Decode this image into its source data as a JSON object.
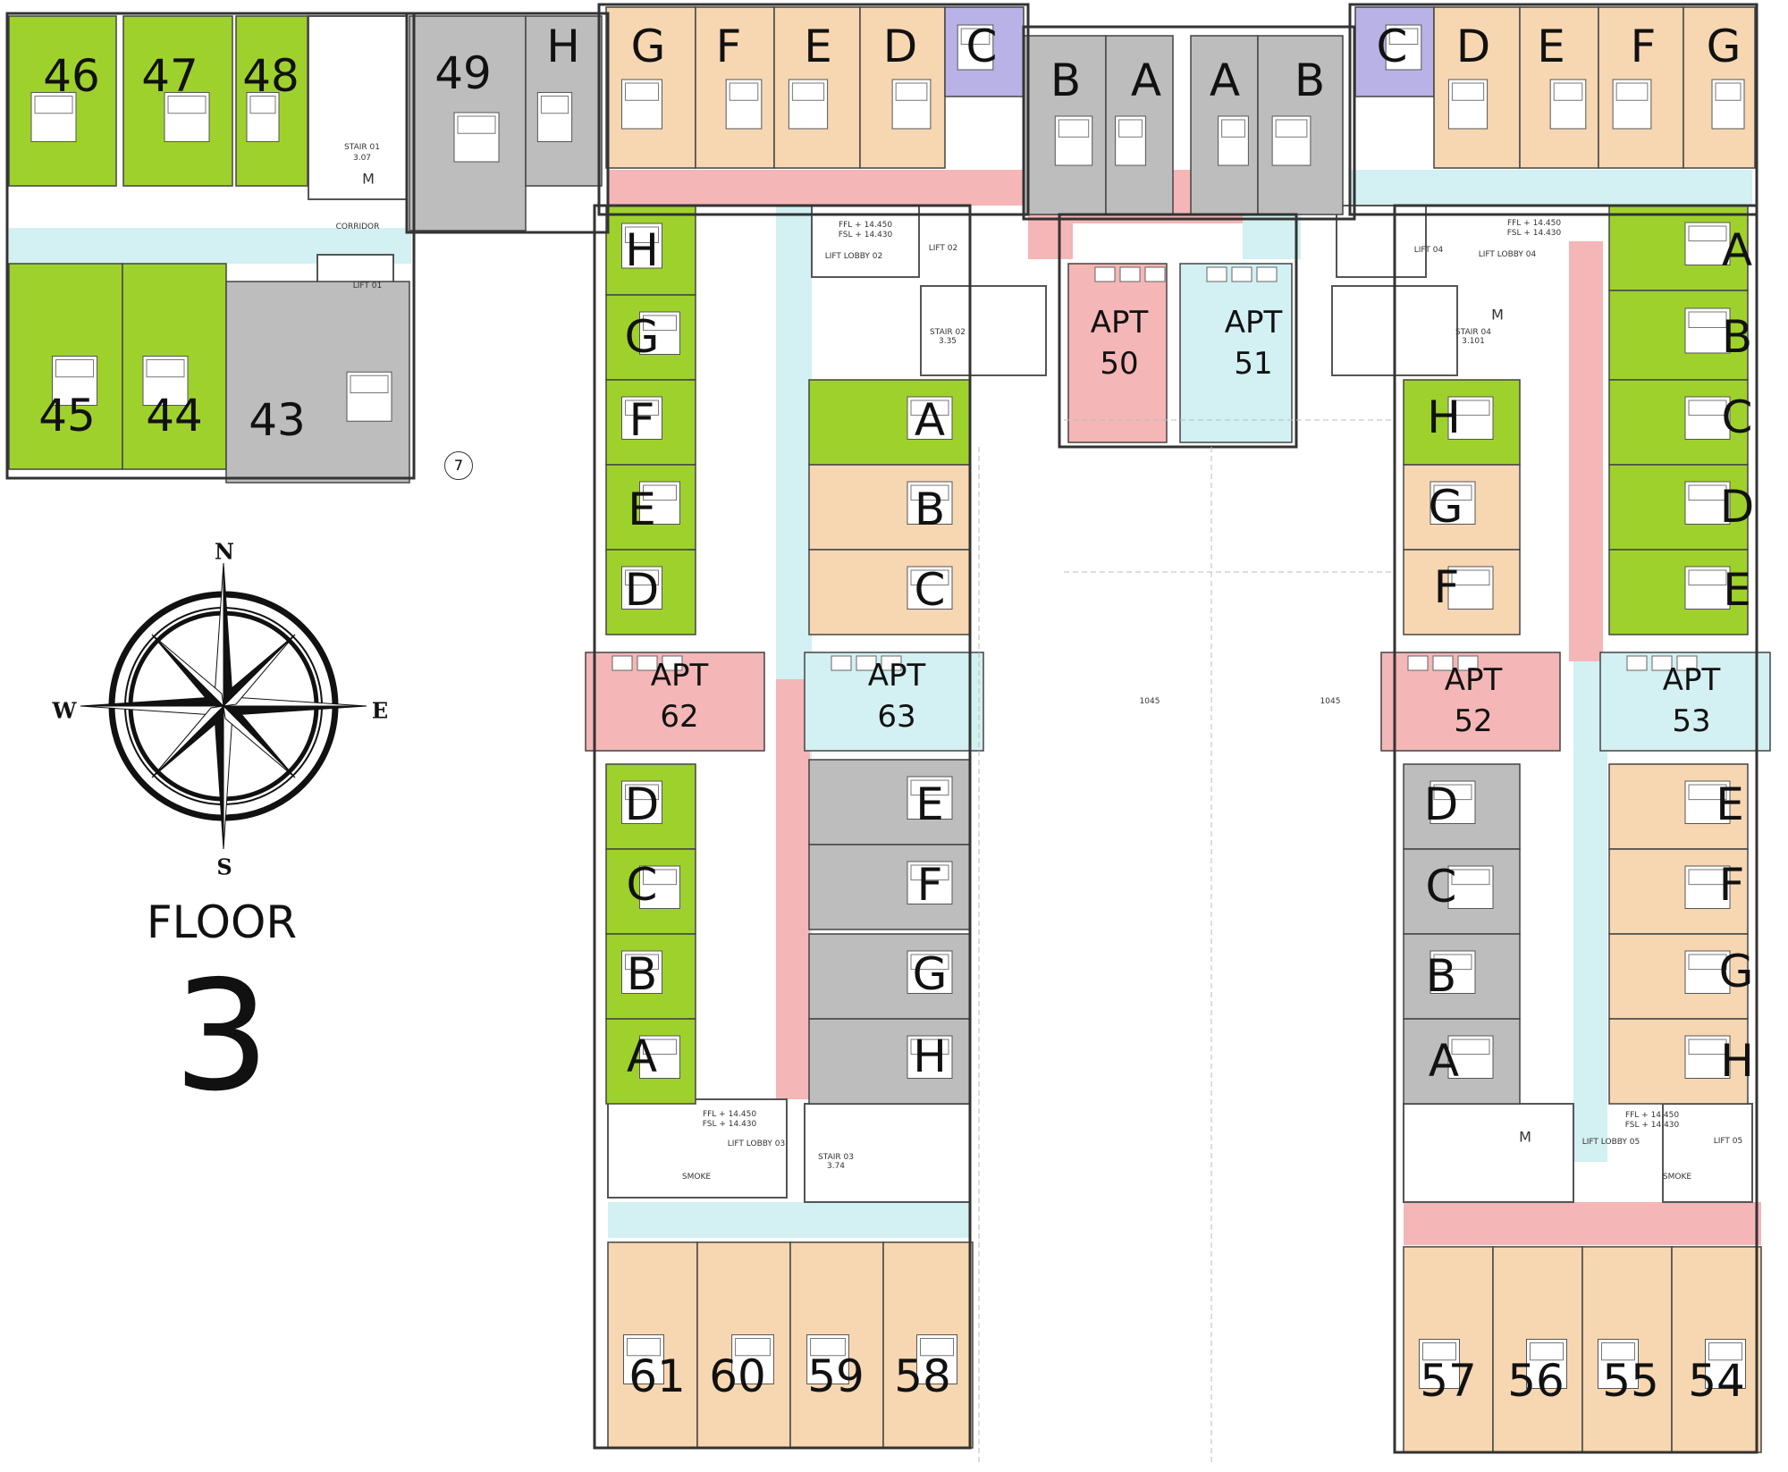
{
  "plan": {
    "floor_label": "FLOOR",
    "floor_number": "3",
    "colors": {
      "green": "#9fd12d",
      "peach": "#f6d7b2",
      "grey": "#bdbdbd",
      "lavender": "#b9b2e6",
      "pink": "#f4b6b6",
      "light_blue": "#d3f0f2",
      "wall": "#333333"
    }
  },
  "compass": {
    "north": "N",
    "south": "S",
    "east": "E",
    "west": "W"
  },
  "rooms": [
    {
      "label": "46",
      "color": "green"
    },
    {
      "label": "47",
      "color": "green"
    },
    {
      "label": "48",
      "color": "green"
    },
    {
      "label": "49",
      "color": "grey"
    },
    {
      "label": "H",
      "color": "grey"
    },
    {
      "label": "45",
      "color": "green"
    },
    {
      "label": "44",
      "color": "green"
    },
    {
      "label": "43",
      "color": "grey"
    },
    {
      "label": "G",
      "color": "peach"
    },
    {
      "label": "F",
      "color": "peach"
    },
    {
      "label": "E",
      "color": "peach"
    },
    {
      "label": "D",
      "color": "peach"
    },
    {
      "label": "C",
      "color": "lavender"
    },
    {
      "label": "B",
      "color": "grey"
    },
    {
      "label": "A",
      "color": "grey"
    },
    {
      "label": "A",
      "color": "grey"
    },
    {
      "label": "B",
      "color": "grey"
    },
    {
      "label": "C",
      "color": "lavender"
    },
    {
      "label": "D",
      "color": "peach"
    },
    {
      "label": "E",
      "color": "peach"
    },
    {
      "label": "F",
      "color": "peach"
    },
    {
      "label": "G",
      "color": "peach"
    },
    {
      "label": "H",
      "color": "green"
    },
    {
      "label": "G",
      "color": "green"
    },
    {
      "label": "F",
      "color": "green"
    },
    {
      "label": "E",
      "color": "green"
    },
    {
      "label": "D",
      "color": "green"
    },
    {
      "label": "A",
      "color": "green"
    },
    {
      "label": "B",
      "color": "peach"
    },
    {
      "label": "C",
      "color": "peach"
    },
    {
      "label": "D",
      "color": "green"
    },
    {
      "label": "C",
      "color": "green"
    },
    {
      "label": "B",
      "color": "green"
    },
    {
      "label": "A",
      "color": "green"
    },
    {
      "label": "E",
      "color": "grey"
    },
    {
      "label": "F",
      "color": "grey"
    },
    {
      "label": "G",
      "color": "grey"
    },
    {
      "label": "H",
      "color": "grey"
    },
    {
      "label": "61",
      "color": "peach"
    },
    {
      "label": "60",
      "color": "peach"
    },
    {
      "label": "59",
      "color": "peach"
    },
    {
      "label": "58",
      "color": "peach"
    },
    {
      "label": "A",
      "color": "green"
    },
    {
      "label": "B",
      "color": "green"
    },
    {
      "label": "C",
      "color": "green"
    },
    {
      "label": "D",
      "color": "green"
    },
    {
      "label": "E",
      "color": "green"
    },
    {
      "label": "H",
      "color": "green"
    },
    {
      "label": "G",
      "color": "peach"
    },
    {
      "label": "F",
      "color": "peach"
    },
    {
      "label": "D",
      "color": "grey"
    },
    {
      "label": "C",
      "color": "grey"
    },
    {
      "label": "B",
      "color": "grey"
    },
    {
      "label": "A",
      "color": "grey"
    },
    {
      "label": "E",
      "color": "peach"
    },
    {
      "label": "F",
      "color": "peach"
    },
    {
      "label": "G",
      "color": "peach"
    },
    {
      "label": "H",
      "color": "peach"
    },
    {
      "label": "57",
      "color": "peach"
    },
    {
      "label": "56",
      "color": "peach"
    },
    {
      "label": "55",
      "color": "peach"
    },
    {
      "label": "54",
      "color": "peach"
    }
  ],
  "apartments": [
    {
      "line1": "APT",
      "line2": "50",
      "color": "pink"
    },
    {
      "line1": "APT",
      "line2": "51",
      "color": "light_blue"
    },
    {
      "line1": "APT",
      "line2": "62",
      "color": "pink"
    },
    {
      "line1": "APT",
      "line2": "63",
      "color": "light_blue"
    },
    {
      "line1": "APT",
      "line2": "52",
      "color": "pink"
    },
    {
      "line1": "APT",
      "line2": "53",
      "color": "light_blue"
    }
  ],
  "annotations": {
    "stair_01": "STAIR 01",
    "stair_01_num": "3.07",
    "stair_02": "STAIR 02",
    "stair_02_num": "3.35",
    "stair_03": "STAIR 03",
    "stair_03_num": "3.74",
    "stair_04": "STAIR 04",
    "stair_04_num": "3.101",
    "corridor": "CORRIDOR",
    "lift_01": "LIFT 01",
    "lift_02": "LIFT 02",
    "lift_04": "LIFT 04",
    "lift_05": "LIFT 05",
    "lift_lobby_02": "LIFT LOBBY 02",
    "lift_lobby_03": "LIFT LOBBY 03",
    "lift_lobby_04": "LIFT LOBBY 04",
    "lift_lobby_05": "LIFT LOBBY 05",
    "ffl": "FFL + 14.450",
    "fsl": "FSL + 14.430",
    "grid_7": "7",
    "dim_1045": "1045",
    "smoke": "SMOKE",
    "m": "M"
  }
}
